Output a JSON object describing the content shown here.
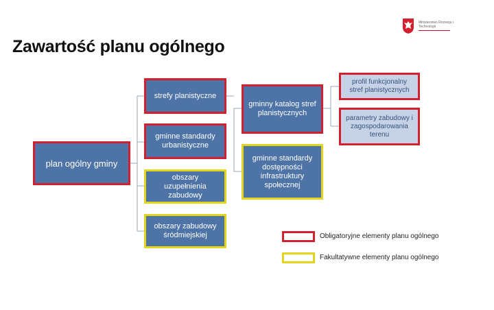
{
  "header": {
    "ministry_name": "Ministerstwo Rozwoju i Technologii",
    "title": "Zawartość planu ogólnego"
  },
  "diagram": {
    "root": "plan ogólny gminy",
    "level1": [
      "strefy planistyczne",
      "gminne standardy urbanistyczne",
      "obszary uzupełnienia zabudowy",
      "obszary zabudowy śródmiejskiej"
    ],
    "level2": [
      "gminny katalog stref planistycznych",
      "gminne standardy dostępności infrastruktury społecznej"
    ],
    "level3": [
      "profil funkcjonalny stref planistycznych",
      "parametry zabudowy i zagospodarowania terenu"
    ]
  },
  "legend": {
    "mandatory": "Obligatoryjne elementy planu ogólnego",
    "optional": "Fakultatywne elementy planu ogólnego"
  },
  "colors": {
    "box_fill": "#4e74a7",
    "light_box_fill": "#c6d2e6",
    "mandatory_border": "#d2202f",
    "optional_border": "#e4d41b"
  }
}
